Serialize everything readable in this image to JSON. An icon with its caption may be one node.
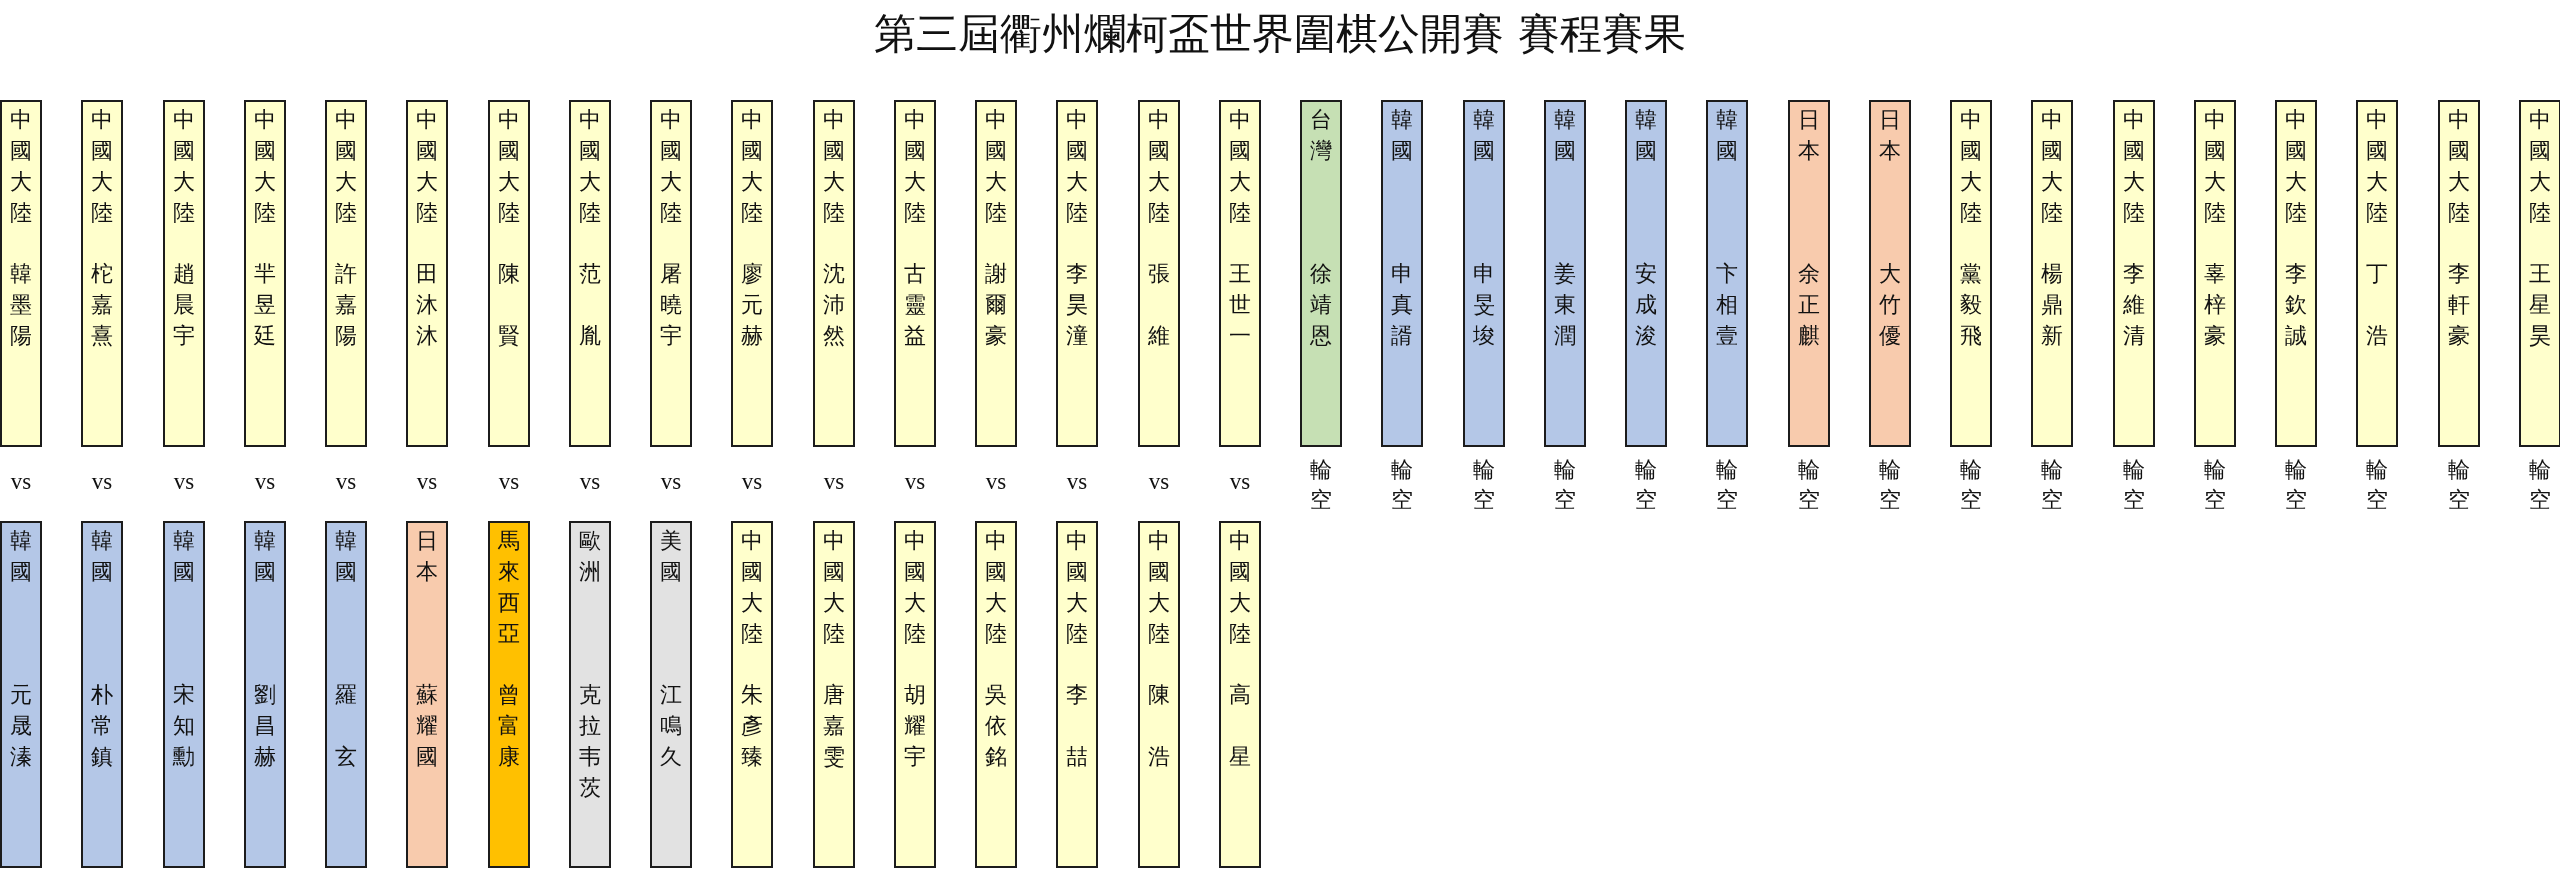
{
  "diagram": {
    "title": "第三屆衢州爛柯盃世界圍棋公開賽 賽程賽果",
    "nodes": [
      {
        "text": [
          "中國大陸",
          "韓墨陽"
        ]
      },
      {
        "text": [
          "中國大陸",
          "柁嘉熹"
        ]
      },
      {
        "text": [
          "中國大陸",
          "趙晨宇"
        ]
      },
      {
        "text": [
          "中國大陸",
          "羋昱廷"
        ]
      },
      {
        "text": [
          "中國大陸",
          "許嘉陽"
        ]
      },
      {
        "text": [
          "中國大陸",
          "田沐沐"
        ]
      },
      {
        "text": [
          "中國大陸",
          "陳賢"
        ]
      },
      {
        "text": [
          "中國大陸",
          "范胤"
        ]
      },
      {
        "text": [
          "中國大陸",
          "屠曉宇"
        ]
      },
      {
        "text": [
          "中國大陸",
          "廖元赫"
        ]
      },
      {
        "text": [
          "中國大陸",
          "沈沛然"
        ]
      },
      {
        "text": [
          "中國大陸",
          "古靈益"
        ]
      },
      {
        "text": [
          "中國大陸",
          "謝爾豪"
        ]
      },
      {
        "text": [
          "中國大陸",
          "李昊潼"
        ]
      },
      {
        "text": [
          "中國大陸",
          "張維"
        ]
      },
      {
        "text": [
          "中國大陸",
          "王世一"
        ]
      },
      {
        "text": [
          "台灣",
          "徐靖恩"
        ],
        "beside": [
          "輪空"
        ]
      },
      {
        "text": [
          "韓國",
          "申真諝"
        ],
        "beside": [
          "輪空"
        ]
      },
      {
        "text": [
          "韓國",
          "申旻埈"
        ],
        "beside": [
          "輪空"
        ]
      },
      {
        "text": [
          "韓國",
          "姜東潤"
        ],
        "beside": [
          "輪空"
        ]
      },
      {
        "text": [
          "韓國",
          "安成浚"
        ],
        "beside": [
          "輪空"
        ]
      },
      {
        "text": [
          "韓國",
          "卞相壹"
        ],
        "beside": [
          "輪空"
        ]
      },
      {
        "text": [
          "日本",
          "余正麒"
        ],
        "beside": [
          "輪空"
        ]
      },
      {
        "text": [
          "日本",
          "大竹優"
        ],
        "beside": [
          "輪空"
        ]
      },
      {
        "text": [
          "中國大陸",
          "黨毅飛"
        ],
        "beside": [
          "輪空"
        ]
      },
      {
        "text": [
          "中國大陸",
          "楊鼎新"
        ],
        "beside": [
          "輪空"
        ]
      },
      {
        "text": [
          "中國大陸",
          "李維清"
        ],
        "beside": [
          "輪空"
        ]
      },
      {
        "text": [
          "中國大陸",
          "辜梓豪"
        ],
        "beside": [
          "輪空"
        ]
      },
      {
        "text": [
          "中國大陸",
          "李欽誠"
        ],
        "beside": [
          "輪空"
        ]
      },
      {
        "text": [
          "中國大陸",
          "丁浩"
        ],
        "beside": [
          "輪空"
        ]
      },
      {
        "text": [
          "中國大陸",
          "李軒豪"
        ],
        "beside": [
          "輪空"
        ]
      },
      {
        "text": [
          "中國大陸",
          "王星昊"
        ],
        "beside": [
          "輪空"
        ]
      },
      {
        "text": [
          "韓國",
          "元晟溱"
        ]
      },
      {
        "text": [
          "韓國",
          "朴常鎮"
        ]
      },
      {
        "text": [
          "韓國",
          "宋知勳"
        ]
      },
      {
        "text": [
          "韓國",
          "劉昌赫"
        ]
      },
      {
        "text": [
          "韓國",
          "羅玄"
        ]
      },
      {
        "text": [
          "日本",
          "蘇耀國"
        ]
      },
      {
        "text": [
          "馬來西亞",
          "曾富康"
        ]
      },
      {
        "text": [
          "歐洲",
          "克拉韦茨"
        ]
      },
      {
        "text": [
          "美國",
          "江鳴久"
        ]
      },
      {
        "text": [
          "中國大陸",
          "朱彥臻"
        ]
      },
      {
        "text": [
          "中國大陸",
          "唐嘉雯"
        ]
      },
      {
        "text": [
          "中國大陸",
          "胡耀宇"
        ]
      },
      {
        "text": [
          "中國大陸",
          "吳依銘"
        ]
      },
      {
        "text": [
          "中國大陸",
          "李喆"
        ]
      },
      {
        "text": [
          "中國大陸",
          "陳浩"
        ]
      },
      {
        "text": [
          "中國大陸",
          "高星"
        ]
      }
    ],
    "labels": [
      "vs",
      "vs",
      "vs",
      "vs",
      "vs",
      "vs",
      "vs",
      "vs",
      "vs",
      "vs",
      "vs",
      "vs",
      "vs",
      "vs",
      "vs",
      "vs"
    ]
  }
}
